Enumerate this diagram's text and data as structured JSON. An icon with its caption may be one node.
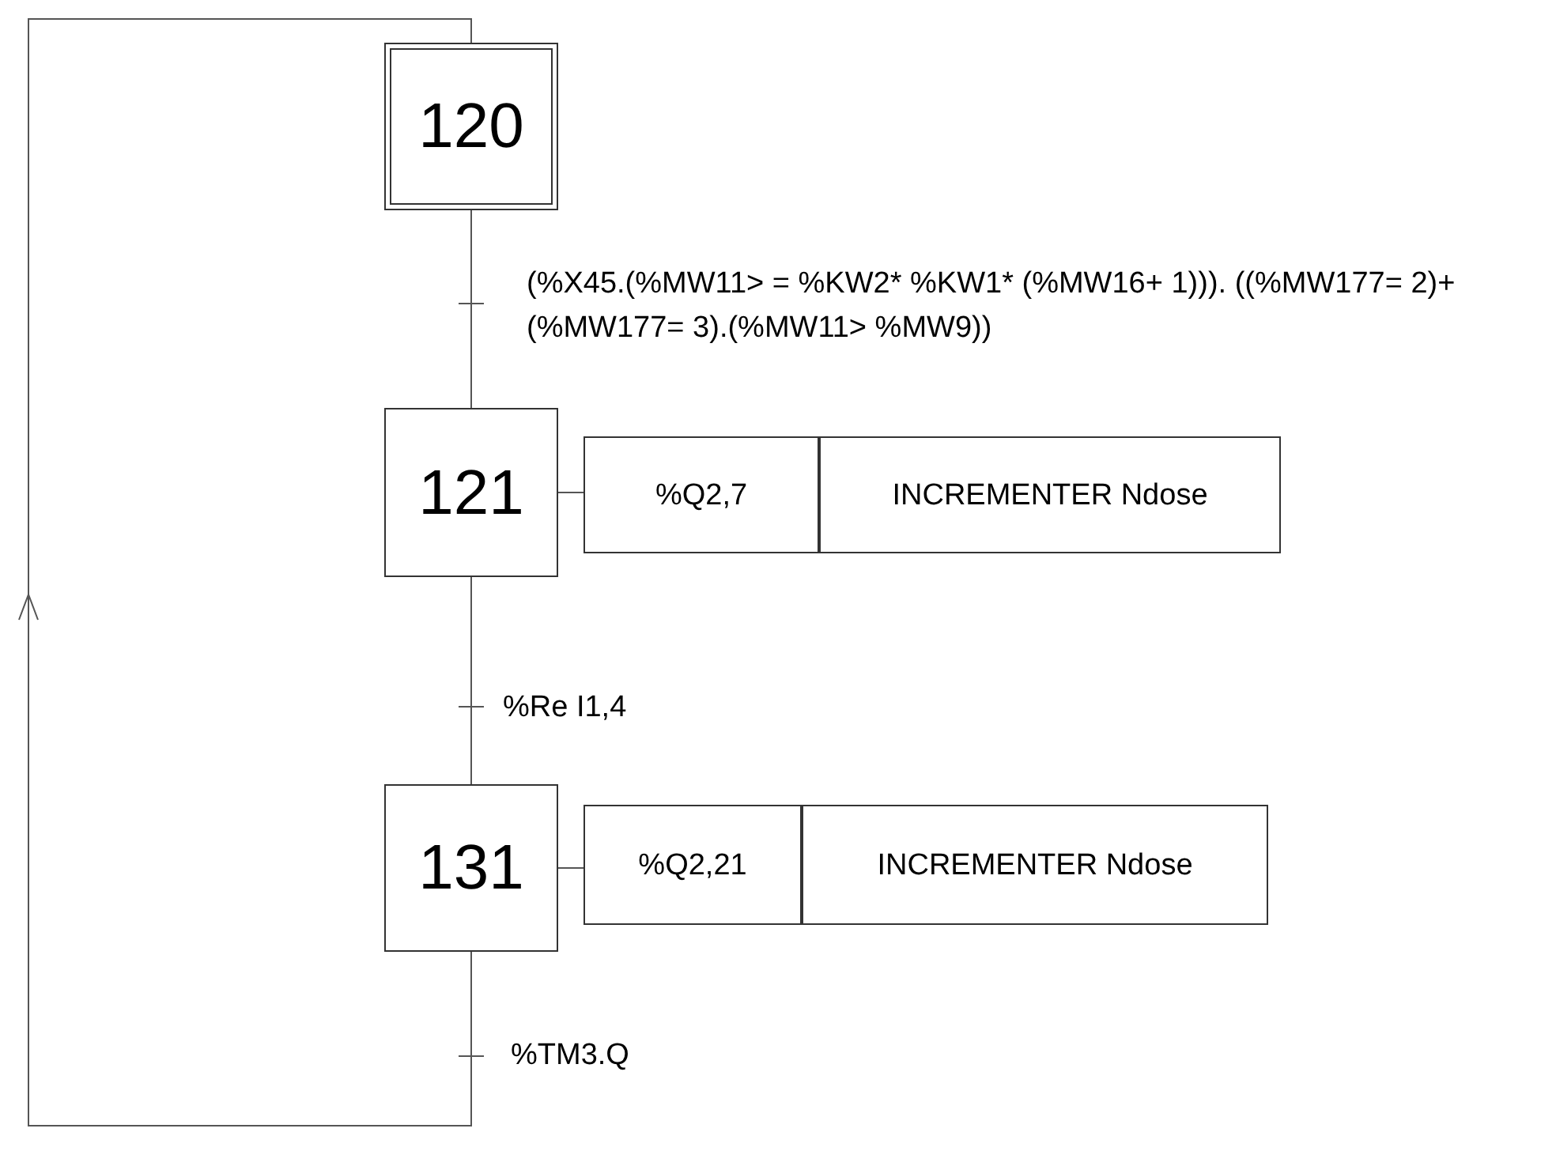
{
  "diagram": {
    "nodes": [
      {
        "text": [
          "120"
        ]
      },
      {
        "text": [
          "121"
        ]
      },
      {
        "text": [
          "%Q2,7"
        ]
      },
      {
        "text": [
          "INCREMENTER Ndose"
        ]
      },
      {
        "text": [
          "131"
        ]
      },
      {
        "text": [
          "%Q2,21"
        ]
      },
      {
        "text": [
          "INCREMENTER Ndose"
        ]
      }
    ],
    "edges": [
      {
        "from": 0,
        "to": 1,
        "arrow": "none",
        "label": "(%X45.(%MW11> = %KW2* %KW1* (%MW16+ 1))). ((%MW177= 2)+ (%MW177= 3).(%MW11> %MW9))"
      },
      {
        "from": 1,
        "to": 2,
        "arrow": "none"
      },
      {
        "from": 1,
        "to": 4,
        "arrow": "none",
        "label": "%Re I1,4"
      },
      {
        "from": 4,
        "to": 5,
        "arrow": "none"
      },
      {
        "from": 4,
        "to": 0,
        "arrow": "to",
        "label": "%TM3.Q"
      }
    ]
  }
}
